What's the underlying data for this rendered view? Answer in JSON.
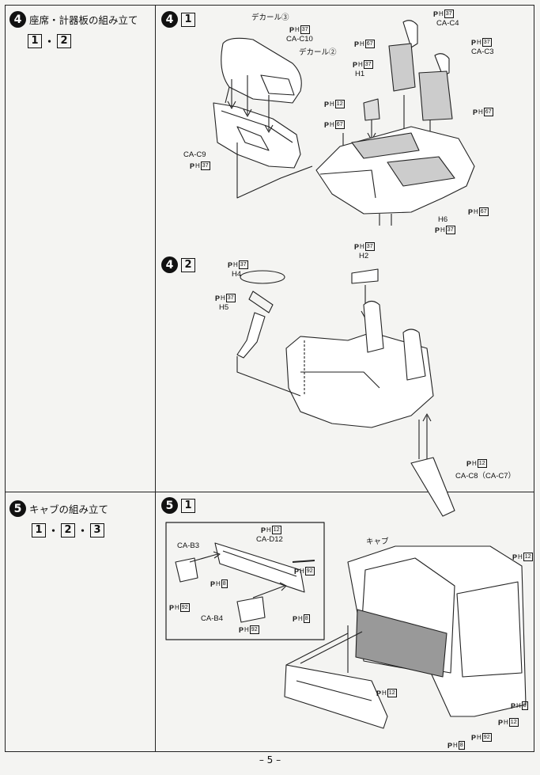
{
  "page_number": "– 5 –",
  "left": {
    "step4": {
      "num": "4",
      "title": "座席・計器板の組み立て",
      "substeps": [
        "1",
        "2"
      ]
    },
    "step5": {
      "num": "5",
      "title": "キャブの組み立て",
      "substeps": [
        "1",
        "2",
        "3"
      ]
    }
  },
  "panel_4_1": {
    "num": "4",
    "sub": "1",
    "labels": {
      "decal3": "デカール③",
      "cac10": "CA-C10",
      "decal2": "デカール②",
      "h1": "H1",
      "cac9": "CA-C9",
      "cac4": "CA-C4",
      "cac3": "CA-C3",
      "h6": "H6"
    },
    "ph": {
      "p37a": "37",
      "p37b": "37",
      "p12": "12",
      "p67a": "67",
      "p67b": "67",
      "p67c": "67",
      "p67d": "67",
      "p37c": "37",
      "p37d": "37",
      "p37e": "37",
      "p37f": "37"
    }
  },
  "panel_4_2": {
    "num": "4",
    "sub": "2",
    "labels": {
      "h2": "H2",
      "h4": "H4",
      "h5": "H5",
      "cac8": "CA-C8（CA-C7）"
    },
    "ph": {
      "p37a": "37",
      "p37b": "37",
      "p37c": "37",
      "p12": "12"
    }
  },
  "panel_5_1": {
    "num": "5",
    "sub": "1",
    "labels": {
      "cab3": "CA-B3",
      "cad12": "CA-D12",
      "cab4": "CA-B4",
      "cab": "キャブ"
    },
    "ph": {
      "p12a": "12",
      "p8a": "8",
      "p92a": "92",
      "p92b": "92",
      "p8b": "8",
      "p92c": "92",
      "p12b": "12",
      "p8c": "8",
      "p12c": "12",
      "p8d": "8",
      "p92d": "92",
      "p12d": "12"
    }
  }
}
